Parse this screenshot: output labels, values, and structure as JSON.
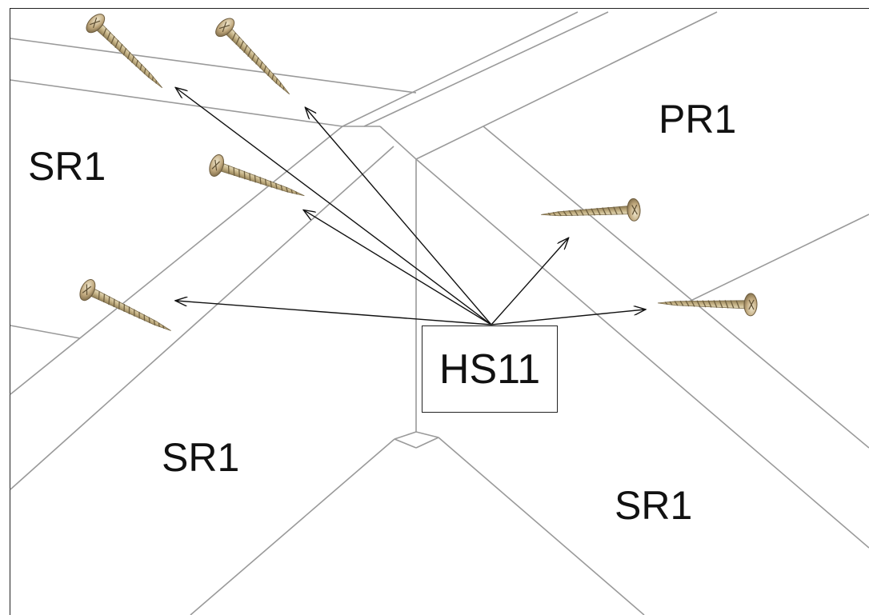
{
  "labels": {
    "sr1_top_left": "SR1",
    "sr1_bottom_left": "SR1",
    "sr1_bottom_right": "SR1",
    "pr1_top_right": "PR1",
    "part_code": "HS11"
  },
  "colors": {
    "roof_lines": "#9a9a9a",
    "arrows": "#111111",
    "screw_body": "#c9b98f",
    "screw_thread": "#8a7a55",
    "screw_head": "#b8a27a"
  },
  "icons": {
    "fastener": "screw-icon",
    "pointer": "arrow-icon"
  }
}
